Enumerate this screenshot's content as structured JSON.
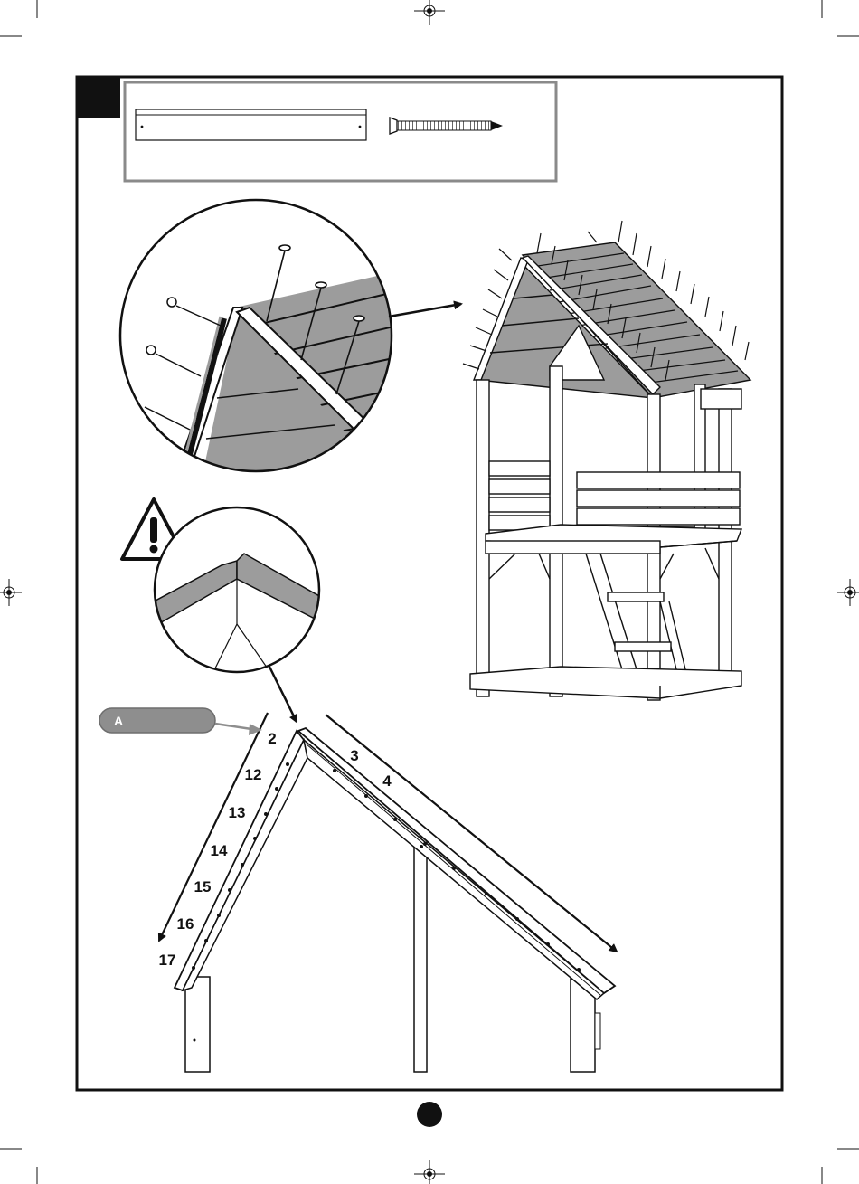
{
  "title": "",
  "step_badge": "",
  "page_number": "",
  "callout_A": "A",
  "parts": {
    "board": "",
    "screw": ""
  },
  "plank_numbers": {
    "left": [
      "2",
      "12",
      "13",
      "14",
      "15",
      "16",
      "17"
    ],
    "right": [
      "3",
      "4"
    ]
  },
  "icons": [
    "registration-mark-icon",
    "warning-icon",
    "screw-icon"
  ],
  "colors": {
    "roof_gray": "#9c9c9c",
    "badge_gray": "#8e8e8e",
    "ink": "#111111"
  }
}
